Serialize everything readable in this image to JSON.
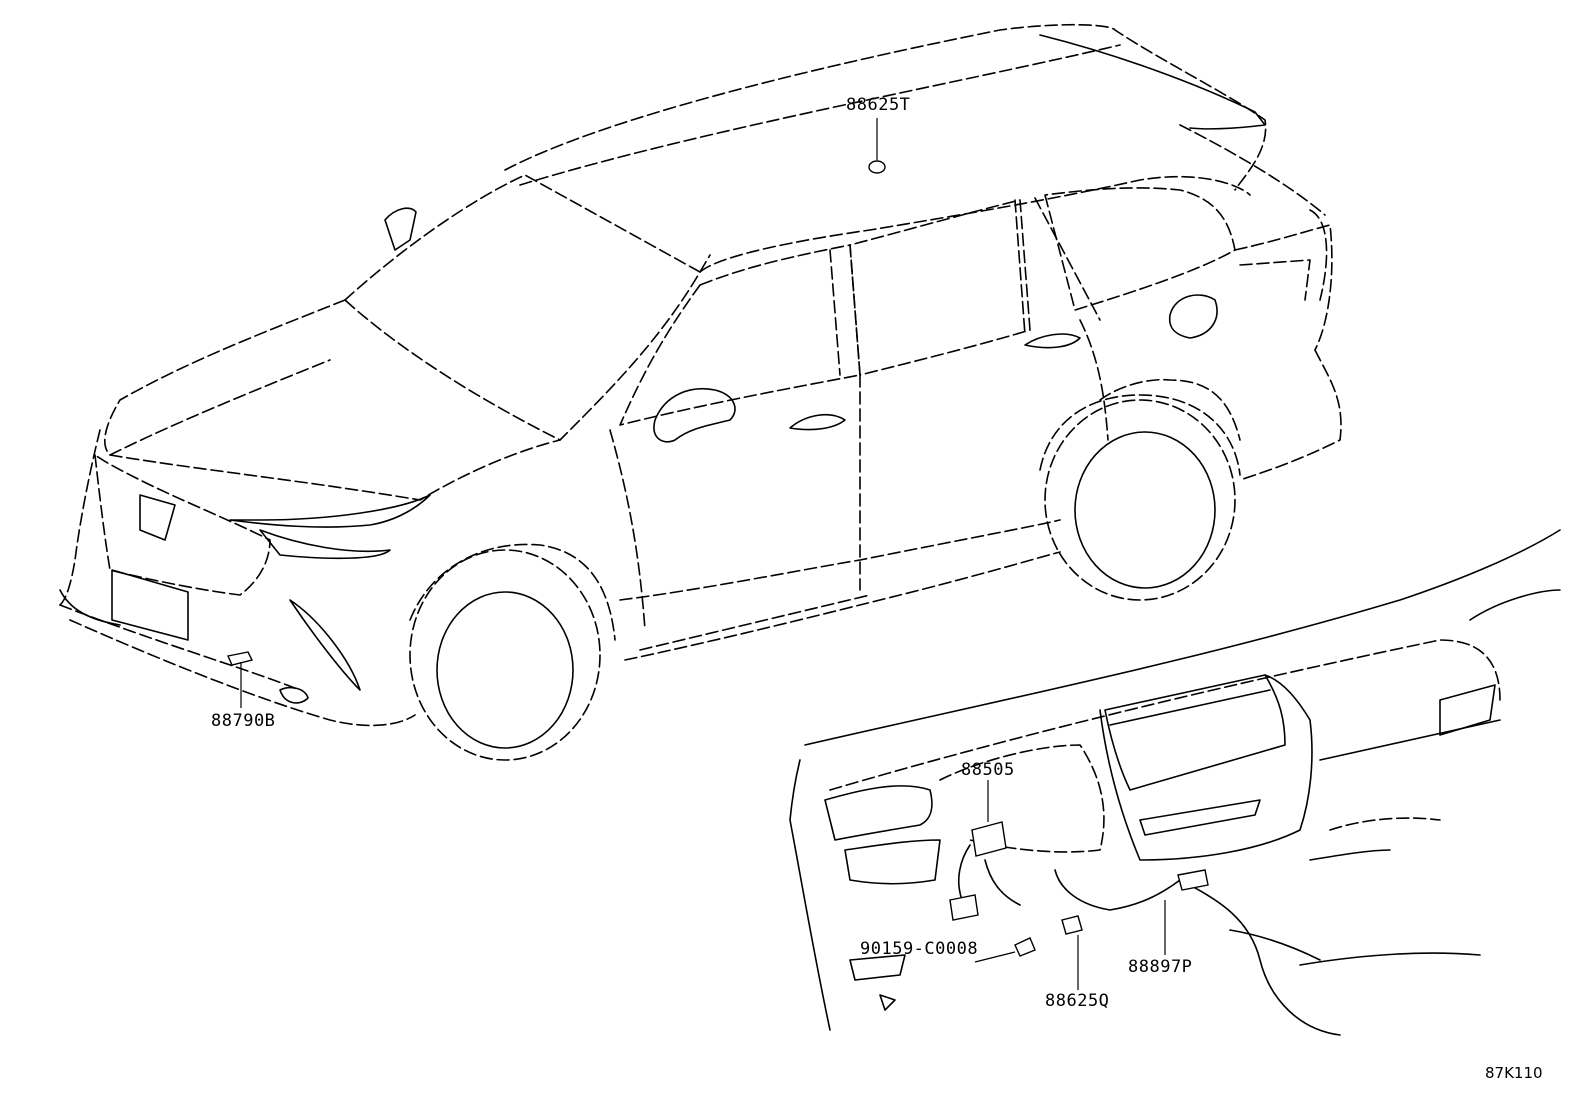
{
  "diagram": {
    "figure_code": "87K110",
    "callouts": [
      {
        "id": "88625T"
      },
      {
        "id": "88790B"
      },
      {
        "id": "88505"
      },
      {
        "id": "90159-C0008"
      },
      {
        "id": "88625Q"
      },
      {
        "id": "88897P"
      }
    ]
  }
}
